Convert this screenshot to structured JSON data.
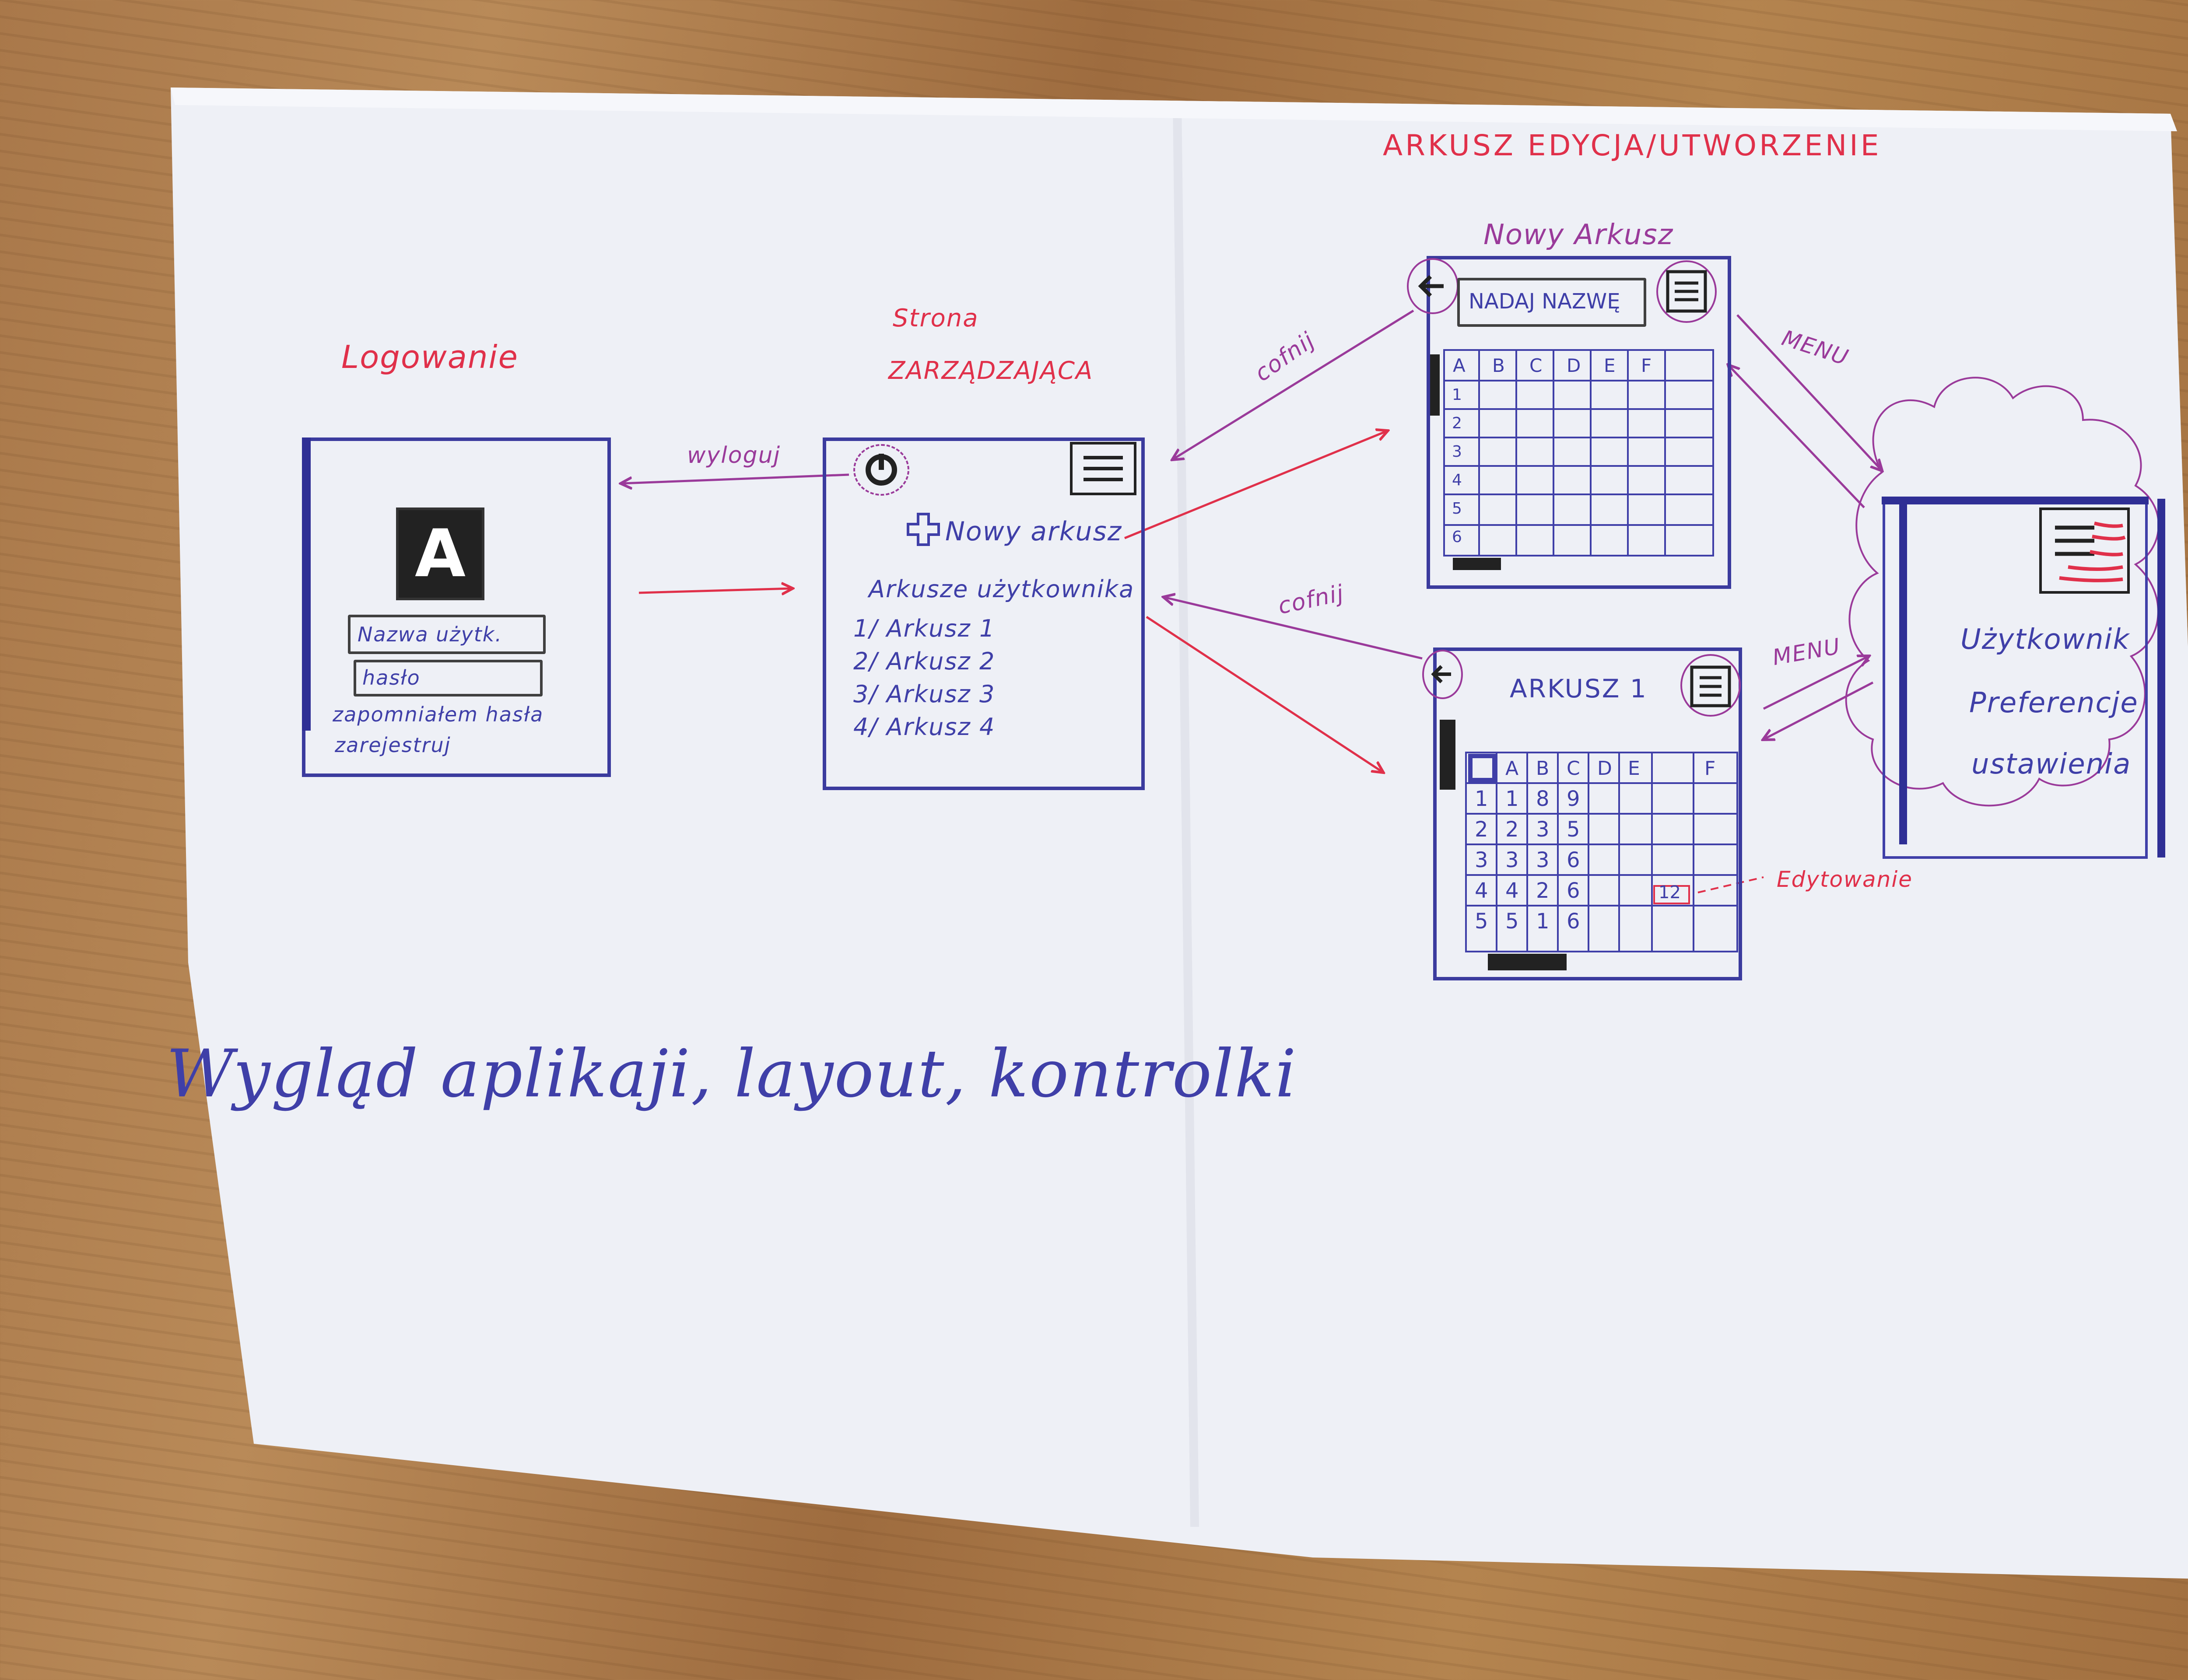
{
  "caption": "Wygląd aplikaji, layout, kontrolki",
  "colors": {
    "blue_ink": "#3f3fa8",
    "red_ink": "#e0304a",
    "purple_ink": "#9a3a9a",
    "paper": "#eef0f6"
  },
  "login": {
    "title": "Logowanie",
    "logo_letter": "A",
    "username_placeholder": "Nazwa użytk.",
    "password_placeholder": "hasło",
    "forgot_password": "zapomniałem hasła",
    "register": "zarejestruj"
  },
  "manage": {
    "title_line1": "Strona",
    "title_line2": "ZARZĄDZAJĄCA",
    "power_icon": "power-icon",
    "menu_icon": "menu-icon",
    "new_sheet": "Nowy arkusz",
    "user_sheets_heading": "Arkusze użytkownika",
    "sheets": [
      "1/ Arkusz 1",
      "2/ Arkusz 2",
      "3/ Arkusz 3",
      "4/ Arkusz 4"
    ]
  },
  "edit_section_title": "ARKUSZ EDYCJA/UTWORZENIE",
  "new_sheet_screen": {
    "title": "Nowy Arkusz",
    "name_field": "NADAJ NAZWĘ",
    "columns": [
      "A",
      "B",
      "C",
      "D",
      "E",
      "F"
    ],
    "rows": [
      "1",
      "2",
      "3",
      "4",
      "5",
      "6"
    ]
  },
  "sheet1_screen": {
    "title": "ARKUSZ 1",
    "columns": [
      "A",
      "B",
      "C",
      "D",
      "E",
      "F"
    ],
    "rows": [
      [
        "1",
        "1",
        "8",
        "9",
        "",
        ""
      ],
      [
        "2",
        "2",
        "3",
        "5",
        "",
        ""
      ],
      [
        "3",
        "3",
        "3",
        "6",
        "",
        ""
      ],
      [
        "4",
        "4",
        "2",
        "6",
        "",
        "12"
      ],
      [
        "5",
        "5",
        "1",
        "6",
        "",
        ""
      ]
    ],
    "editing_label": "Edytowanie"
  },
  "menu_panel": {
    "items": [
      "Użytkownik",
      "Preferencje",
      "ustawienia"
    ]
  },
  "arrows": {
    "logout": "wyloguj",
    "back_top": "cofnij",
    "back_bottom": "cofnij",
    "menu_top": "MENU",
    "menu_bottom": "MENU"
  }
}
